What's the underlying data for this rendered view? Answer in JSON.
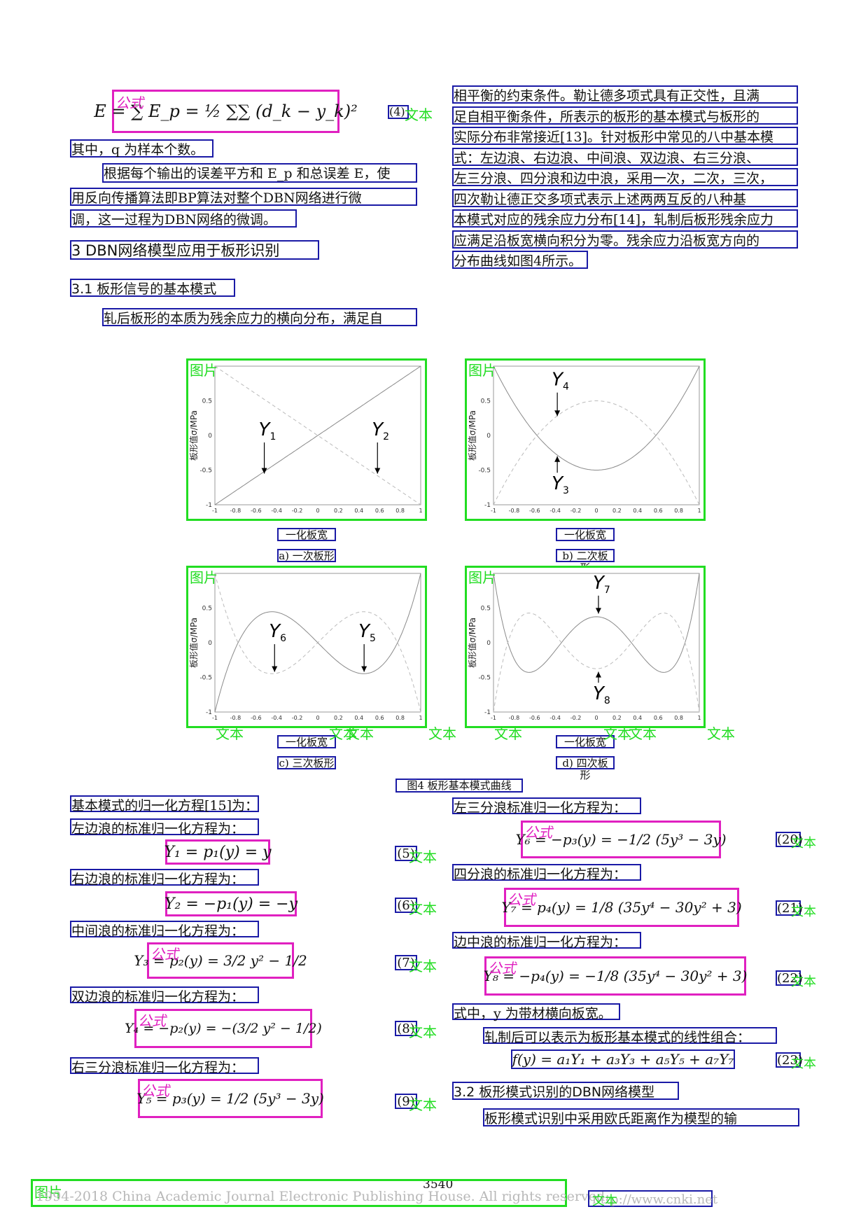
{
  "tags": {
    "text": "文本",
    "formula": "公式",
    "figure": "图片"
  },
  "left_top": {
    "formula_4": "E = ∑ E_p = ½ ∑∑ (d_k − y_k)²",
    "eq4": "(4)",
    "p1": "其中，q 为样本个数。",
    "p2a": "根据每个输出的误差平方和 E_p 和总误差 E，使",
    "p2b": "用反向传播算法即BP算法对整个DBN网络进行微",
    "p2c": "调，这一过程为DBN网络的微调。",
    "h3": "3  DBN网络模型应用于板形识别",
    "h31": "3.1  板形信号的基本模式",
    "p3": "轧后板形的本质为残余应力的横向分布，满足自"
  },
  "right_top": {
    "lines": [
      "相平衡的约束条件。勒让德多项式具有正交性，且满",
      "足自相平衡条件，所表示的板形的基本模式与板形的",
      "实际分布非常接近[13]。针对板形中常见的八中基本模",
      "式：左边浪、右边浪、中间浪、双边浪、右三分浪、",
      "左三分浪、四分浪和边中浪，采用一次，二次，三次，",
      "四次勒让德正交多项式表示上述两两互反的八种基",
      "本模式对应的残余应力分布[14]，轧制后板形残余应力",
      "应满足沿板宽横向积分为零。残余应力沿板宽方向的",
      "分布曲线如图4所示。"
    ]
  },
  "figure": {
    "ylabel": "板形值σ/MPa",
    "xlabel": "一化板宽",
    "x_ticks": [
      "-1",
      "-0.8",
      "-0.6",
      "-0.4",
      "-0.2",
      "0",
      "0.2",
      "0.4",
      "0.6",
      "0.8",
      "1"
    ],
    "y_ticks": [
      "0.5",
      "0",
      "-0.5",
      "-1"
    ],
    "caption": "图4  板形基本模式曲线",
    "panels": [
      {
        "sub": "a) 一次板形",
        "solid_label": "Y1",
        "dashed_label": "Y2",
        "solid_sub": "1",
        "dashed_sub": "2"
      },
      {
        "sub": "b) 二次板形",
        "solid_label": "Y3",
        "dashed_label": "Y4",
        "solid_sub": "3",
        "dashed_sub": "4"
      },
      {
        "sub": "c) 三次板形",
        "solid_label": "Y5",
        "dashed_label": "Y6",
        "solid_sub": "5",
        "dashed_sub": "6"
      },
      {
        "sub": "d) 四次板形",
        "solid_label": "Y7",
        "dashed_label": "Y8",
        "solid_sub": "7",
        "dashed_sub": "8"
      }
    ]
  },
  "chart_data": [
    {
      "type": "line",
      "xlabel": "一化板宽",
      "ylabel": "板形值σ/MPa",
      "xlim": [
        -1,
        1
      ],
      "ylim": [
        -1,
        1
      ],
      "x": [
        -1,
        -0.5,
        0,
        0.5,
        1
      ],
      "series": [
        {
          "name": "Y1",
          "style": "solid",
          "values": [
            -1,
            -0.5,
            0,
            0.5,
            1
          ]
        },
        {
          "name": "Y2",
          "style": "dashed",
          "values": [
            1,
            0.5,
            0,
            -0.5,
            -1
          ]
        }
      ]
    },
    {
      "type": "line",
      "xlabel": "一化板宽",
      "ylabel": "板形值σ/MPa",
      "xlim": [
        -1,
        1
      ],
      "ylim": [
        -1,
        1
      ],
      "x": [
        -1,
        -0.5,
        0,
        0.5,
        1
      ],
      "series": [
        {
          "name": "Y3",
          "style": "solid",
          "values": [
            1,
            -0.125,
            -0.5,
            -0.125,
            1
          ]
        },
        {
          "name": "Y4",
          "style": "dashed",
          "values": [
            -1,
            0.125,
            0.5,
            0.125,
            -1
          ]
        }
      ]
    },
    {
      "type": "line",
      "xlabel": "一化板宽",
      "ylabel": "板形值σ/MPa",
      "xlim": [
        -1,
        1
      ],
      "ylim": [
        -1,
        1
      ],
      "x": [
        -1,
        -0.5,
        0,
        0.5,
        1
      ],
      "series": [
        {
          "name": "Y5",
          "style": "solid",
          "values": [
            -1,
            0.4375,
            0,
            -0.4375,
            1
          ]
        },
        {
          "name": "Y6",
          "style": "dashed",
          "values": [
            1,
            -0.4375,
            0,
            0.4375,
            -1
          ]
        }
      ]
    },
    {
      "type": "line",
      "xlabel": "一化板宽",
      "ylabel": "板形值σ/MPa",
      "xlim": [
        -1,
        1
      ],
      "ylim": [
        -1,
        1
      ],
      "x": [
        -1,
        -0.5,
        0,
        0.5,
        1
      ],
      "series": [
        {
          "name": "Y7",
          "style": "solid",
          "values": [
            1,
            -0.289,
            0.375,
            -0.289,
            1
          ]
        },
        {
          "name": "Y8",
          "style": "dashed",
          "values": [
            -1,
            0.289,
            -0.375,
            0.289,
            -1
          ]
        }
      ]
    }
  ],
  "left_bottom": {
    "l1": "基本模式的归一化方程[15]为：",
    "l2": "左边浪的标准归一化方程为：",
    "f5": "Y₁ = p₁(y) = y",
    "e5": "(5)",
    "l3": "右边浪的标准归一化方程为：",
    "f6": "Y₂ = −p₁(y) = −y",
    "e6": "(6)",
    "l4": "中间浪的标准归一化方程为：",
    "f7": "Y₃ = p₂(y) = 3/2 y² − 1/2",
    "e7": "(7)",
    "l5": "双边浪的标准归一化方程为：",
    "f8": "Y₄ = −p₂(y) = −(3/2 y² − 1/2)",
    "e8": "(8)",
    "l6": "右三分浪标准归一化方程为：",
    "f9": "Y₅ = p₃(y) = 1/2 (5y³ − 3y)",
    "e9": "(9)"
  },
  "right_bottom": {
    "l1": "左三分浪标准归一化方程为：",
    "f20": "Y₆ = −p₃(y) = −1/2 (5y³ − 3y)",
    "e20": "(20)",
    "l2": "四分浪的标准归一化方程为：",
    "f21": "Y₇ = p₄(y) = 1/8 (35y⁴ − 30y² + 3)",
    "e21": "(21)",
    "l3": "边中浪的标准归一化方程为：",
    "f22": "Y₈ = −p₄(y) = −1/8 (35y⁴ − 30y² + 3)",
    "e22": "(22)",
    "l4": "式中，y 为带材横向板宽。",
    "l5": "轧制后可以表示为板形基本模式的线性组合：",
    "f23": "f(y) = a₁Y₁ + a₃Y₃ + a₅Y₅ + a₇Y₇",
    "e23": "(23)",
    "h32": "3.2  板形模式识别的DBN网络模型",
    "l6": "板形模式识别中采用欧氏距离作为模型的输"
  },
  "footer": {
    "page_num": "3540",
    "copyright": "1994-2018 China Academic Journal Electronic Publishing House. All rights reserved.",
    "url": "http://www.cnki.net"
  }
}
